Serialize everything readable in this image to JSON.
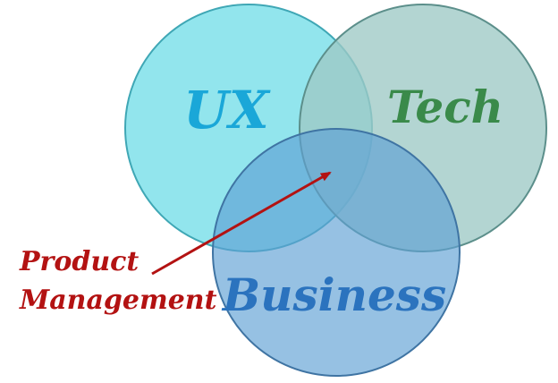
{
  "diagram": {
    "type": "venn",
    "circles": [
      {
        "id": "ux",
        "label": "UX",
        "fill": "#7fe0ea",
        "stroke": "#3fa7b5",
        "text_color": "#1aa7d8"
      },
      {
        "id": "tech",
        "label": "Tech",
        "fill": "#9dc9c5",
        "stroke": "#5c8f8b",
        "text_color": "#3a8a4a"
      },
      {
        "id": "business",
        "label": "Business",
        "fill": "#7fb3dc",
        "stroke": "#3f74a3",
        "text_color": "#2b73be"
      }
    ],
    "annotation": {
      "line1": "Product",
      "line2": "Management",
      "color": "#b31212"
    }
  }
}
